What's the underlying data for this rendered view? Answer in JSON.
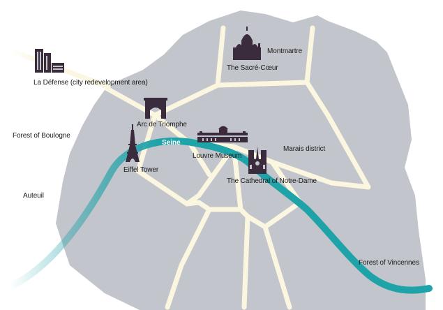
{
  "colors": {
    "city": "#c2c5cb",
    "road": "#fbf6df",
    "river": "#1ea3a9",
    "landmark": "#3b2c3d",
    "text": "#1a1a1a"
  },
  "river": {
    "name": "Seine"
  },
  "landmarks": [
    {
      "label": "Montmartre",
      "icon": "basilica-icon"
    },
    {
      "label": "The Sacré-Cœur",
      "icon": "basilica-icon"
    },
    {
      "label": "La Défense (city redevelopment area)",
      "icon": "skyscrapers-icon"
    },
    {
      "label": "Arc de Triomphe",
      "icon": "arch-icon"
    },
    {
      "label": "Eiffel Tower",
      "icon": "tower-icon"
    },
    {
      "label": "Louvre Museum",
      "icon": "palace-icon"
    },
    {
      "label": "The Cathedral of Notre-Dame",
      "icon": "cathedral-icon"
    }
  ],
  "areas": [
    {
      "label": "Forest of Boulogne"
    },
    {
      "label": "Auteuil"
    },
    {
      "label": "Marais district"
    },
    {
      "label": "Forest of Vincennes"
    }
  ]
}
